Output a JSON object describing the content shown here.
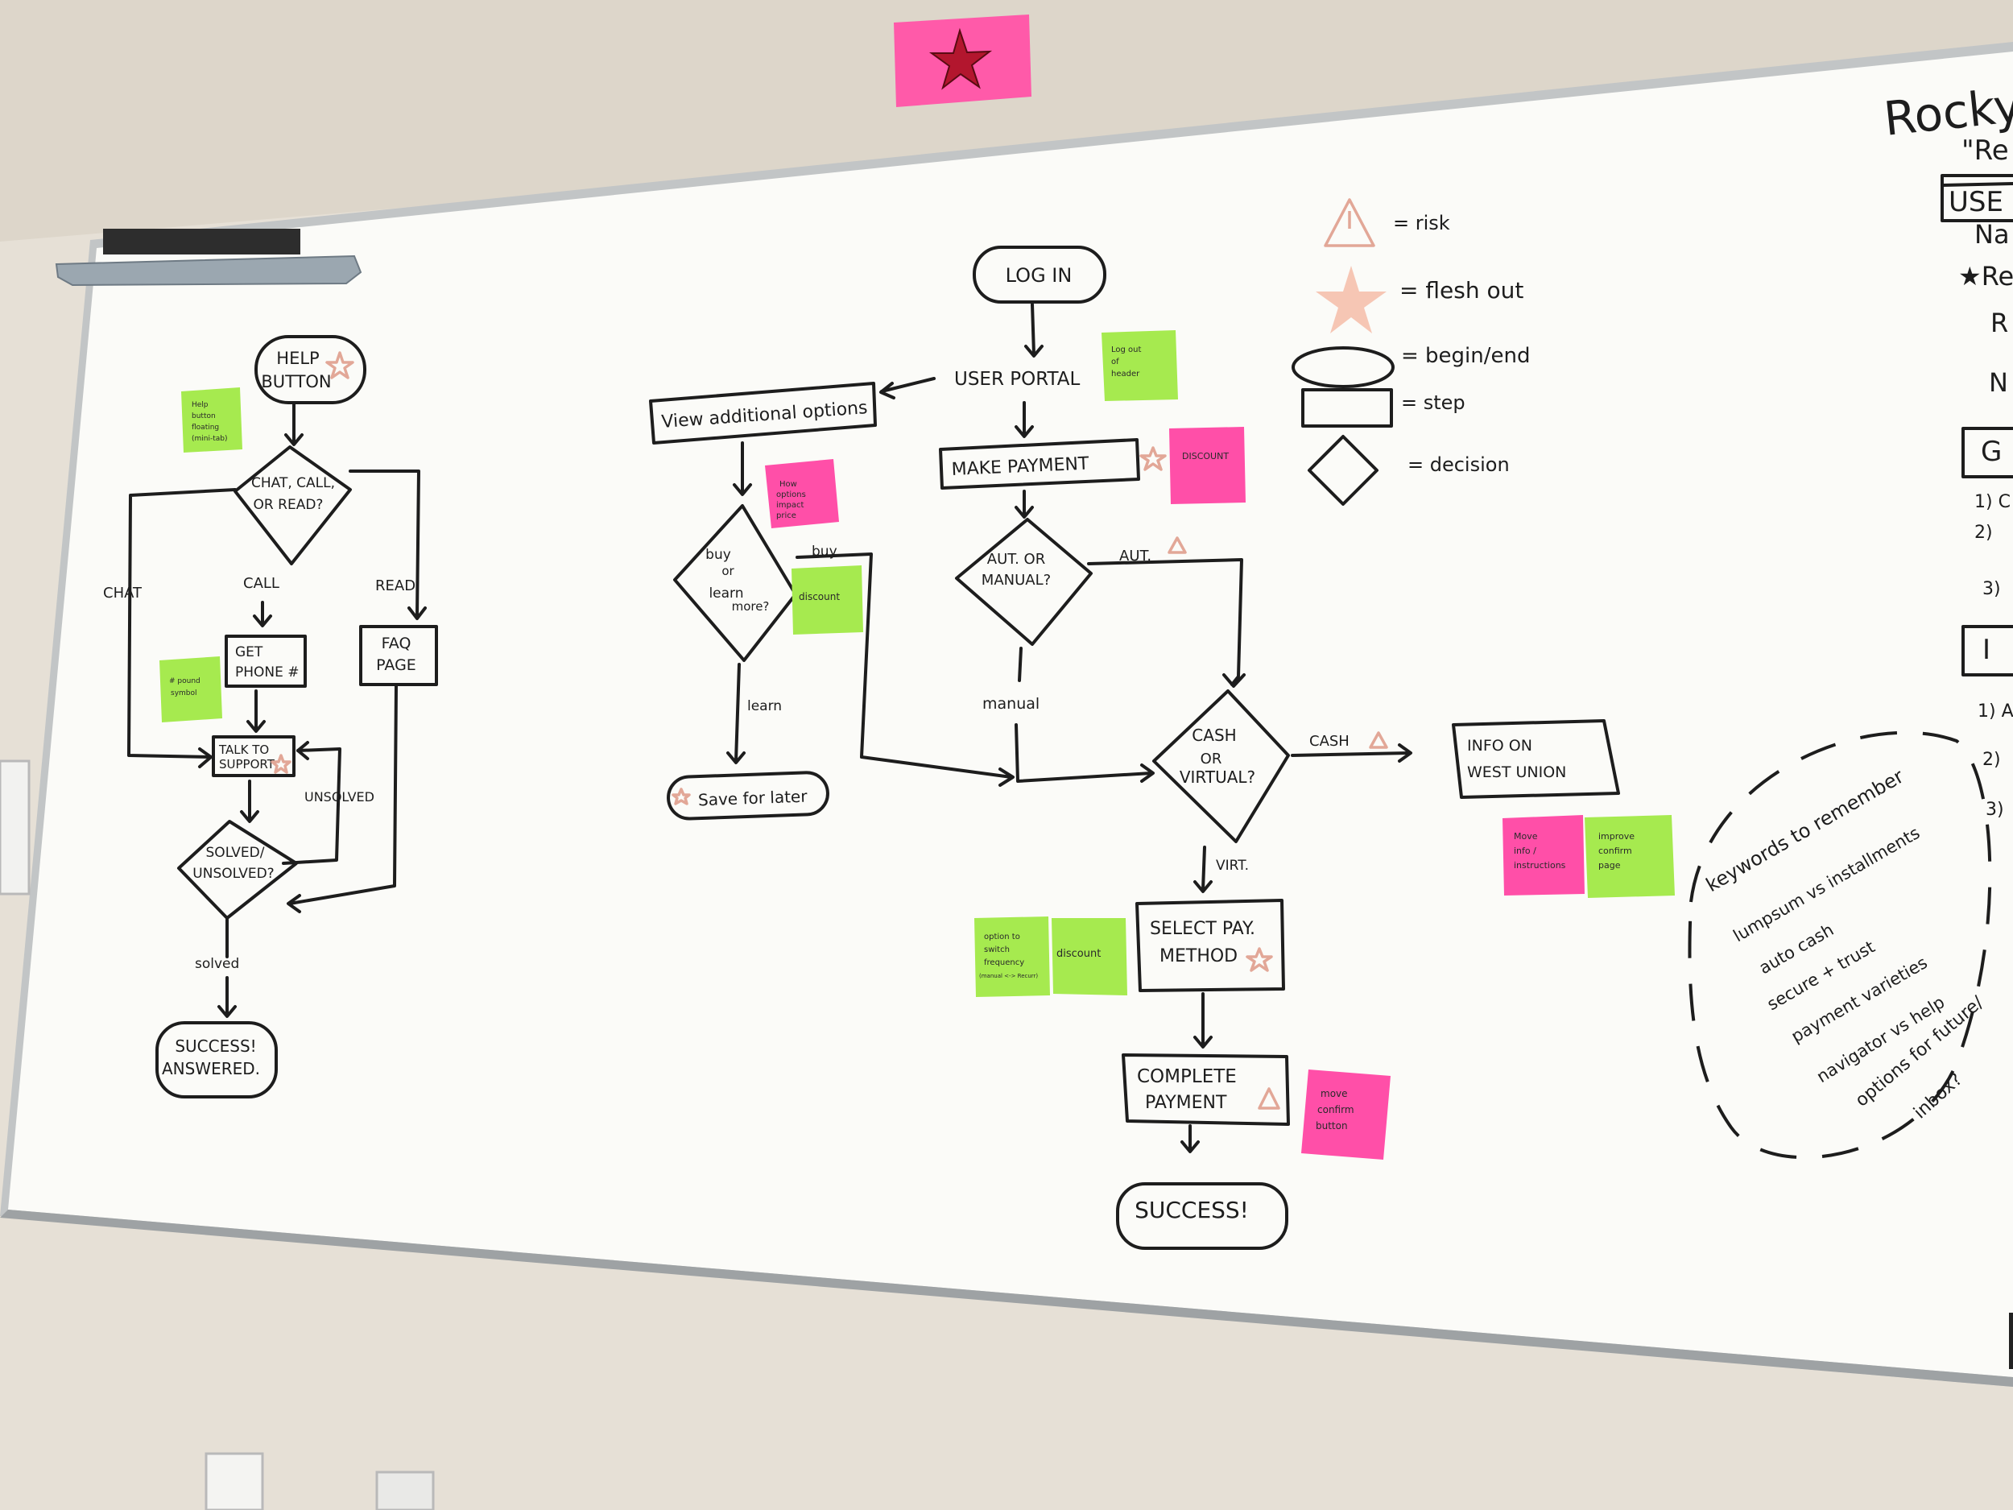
{
  "top_note": {
    "color": "#ff4fa8",
    "icon": "star-icon",
    "star_color": "#b3122b"
  },
  "colors": {
    "pink": "#ff4fa8",
    "green": "#a6ea4f",
    "ink": "#1d1d1d",
    "risk_pink": "#e2a797"
  },
  "legend": {
    "risk": "= risk",
    "flesh_out": "= flesh out",
    "begin_end": "= begin/end",
    "step": "= step",
    "decision": "= decision"
  },
  "help_flow": {
    "help_button": [
      "HELP",
      "BUTTON"
    ],
    "chat_call_read": [
      "CHAT, CALL,",
      "OR READ?"
    ],
    "chat": "CHAT",
    "call": "CALL",
    "read": "READ",
    "get_phone": [
      "GET",
      "PHONE #"
    ],
    "faq_page": [
      "FAQ",
      "PAGE"
    ],
    "talk_support": [
      "TALK TO",
      "SUPPORT"
    ],
    "unsolved": "UNSOLVED",
    "solved_unsolved": [
      "SOLVED/",
      "UNSOLVED?"
    ],
    "solved": "solved",
    "success": [
      "SUCCESS!",
      "ANSWERED."
    ]
  },
  "payment_flow": {
    "log_in": "LOG IN",
    "user_portal": "USER PORTAL",
    "view_options": "View additional options",
    "make_payment": "MAKE PAYMENT",
    "buy_learn": [
      "buy",
      "or",
      "learn",
      "more?"
    ],
    "buy": "buy",
    "learn": "learn",
    "save_later": "Save for later",
    "aut_manual": [
      "AUT. OR",
      "MANUAL?"
    ],
    "aut": "AUT.",
    "manual": "manual",
    "cash_virtual": [
      "CASH",
      "OR",
      "VIRTUAL?"
    ],
    "cash": "CASH",
    "info_west_union": [
      "INFO ON",
      "WEST UNION"
    ],
    "virt": "VIRT.",
    "select_pay": [
      "SELECT PAY.",
      "METHOD"
    ],
    "complete_payment": [
      "COMPLETE",
      "PAYMENT"
    ],
    "success": "SUCCESS!"
  },
  "sticky_notes": {
    "help_floating": [
      "Help",
      "button",
      "floating",
      "(mini-tab)"
    ],
    "pound_symbol": [
      "# pound",
      "symbol"
    ],
    "log_out": [
      "Log out",
      "of",
      "header"
    ],
    "discount_make": [
      "DISCOUNT"
    ],
    "how_affects": [
      "How",
      "options",
      "impact",
      "price"
    ],
    "discount_buy": [
      "discount"
    ],
    "option_switch": [
      "option to",
      "switch",
      "frequency",
      "(manual <-> Recurr)"
    ],
    "discount_select": [
      "discount"
    ],
    "move_info": [
      "Move",
      "info /",
      "instructions"
    ],
    "improve_confirm": [
      "improve",
      "confirm",
      "page"
    ],
    "move_confirm": [
      "move",
      "confirm",
      "button"
    ]
  },
  "right_panel": {
    "title": "Rocky",
    "subtitle": "\"Re",
    "user_box": "USE",
    "na": "Na",
    "star_re": "★Re",
    "r": "R",
    "n": "N",
    "g_box": "G",
    "num1": "1) C",
    "num2": "2)",
    "num3": "3)",
    "i_box": "I",
    "num1b": "1) A",
    "num2b": "2)",
    "num3b": "3)",
    "keywords_title": "keywords to remember",
    "keywords": [
      "lumpsum vs installments",
      "auto cash",
      "secure + trust",
      "payment varieties",
      "navigator vs help",
      "options for future/",
      "inbox?"
    ]
  }
}
